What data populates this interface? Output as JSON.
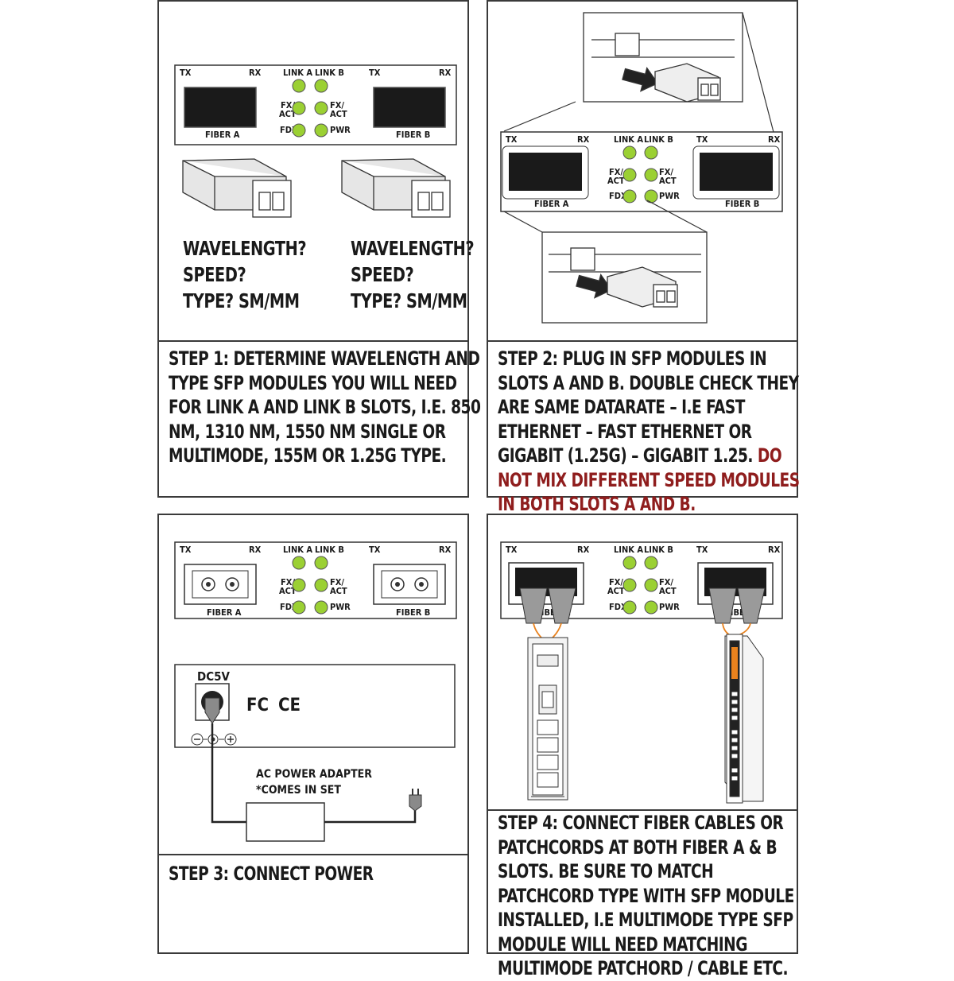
{
  "device": {
    "tx": "TX",
    "rx": "RX",
    "link_a": "LINK A",
    "link_b": "LINK B",
    "fx": "FX/",
    "act": "ACT",
    "fdx": "FDX",
    "pwr": "PWR",
    "fiber_a": "FIBER A",
    "fiber_b": "FIBER B"
  },
  "colors": {
    "led": "#9bd033",
    "warning": "#8f1d1d",
    "fiber_cable": "#e8821e",
    "border": "#3a3a3a"
  },
  "step1": {
    "questions": [
      "WAVELENGTH?",
      "SPEED?",
      "TYPE? SM/MM"
    ],
    "text": "STEP 1: DETERMINE WAVELENGTH AND TYPE SFP MODULES YOU WILL NEED FOR LINK A AND LINK B SLOTS, I.E. 850 NM, 1310 NM, 1550 NM SINGLE OR MULTIMODE, 155M OR 1.25G TYPE."
  },
  "step2": {
    "text": "STEP 2: PLUG IN SFP MODULES IN SLOTS A AND B. DOUBLE CHECK THEY ARE SAME DATARATE – I.E FAST ETHERNET – FAST ETHERNET OR GIGABIT (1.25G) – GIGABIT 1.25.",
    "warning": "DO NOT MIX DIFFERENT SPEED MODULES IN BOTH SLOTS A AND B."
  },
  "step3": {
    "dc_label": "DC5V",
    "fcc": "FC",
    "ce": "CE",
    "adapter_line1": "AC POWER ADAPTER",
    "adapter_line2": "*COMES IN SET",
    "text": "STEP 3: CONNECT POWER"
  },
  "step4": {
    "text": "STEP 4: CONNECT FIBER CABLES OR PATCHCORDS AT BOTH FIBER A & B SLOTS. BE SURE TO MATCH PATCHCORD TYPE WITH SFP MODULE INSTALLED, I.E MULTIMODE TYPE SFP MODULE WILL NEED MATCHING MULTIMODE PATCHORD / CABLE ETC."
  }
}
